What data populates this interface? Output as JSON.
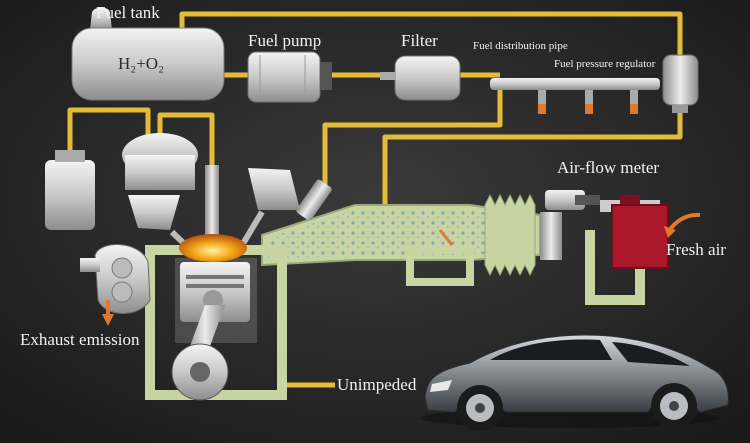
{
  "labels": {
    "fuel_tank": "Fuel tank",
    "tank_formula": "H₂+O₂",
    "fuel_pump": "Fuel pump",
    "filter": "Filter",
    "fuel_distribution_pipe": "Fuel distribution pipe",
    "fuel_pressure_regulator": "Fuel pressure regulator",
    "air_flow_meter": "Air-flow meter",
    "fresh_air": "Fresh air",
    "exhaust_emission": "Exhaust emission",
    "unimpeded": "Unimpeded"
  },
  "colors": {
    "background": "#262626",
    "fuel_line": "#e3bd3a",
    "intake_duct": "#c9d4a3",
    "air_flow_meter_box": "#a8182a",
    "arrow": "#e07a2a",
    "combustion": "#f2a418"
  }
}
